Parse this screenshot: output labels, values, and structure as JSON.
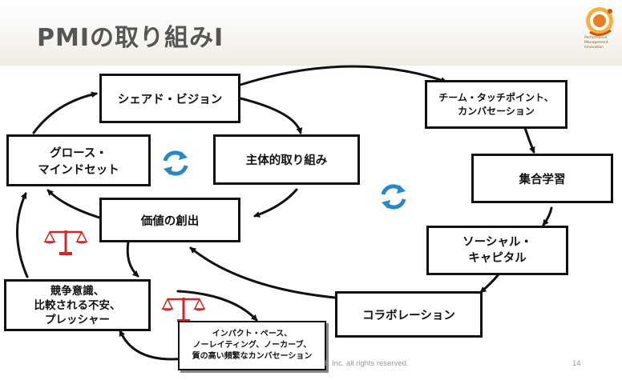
{
  "title": "PMIの取り組みⅠ",
  "logo": {
    "lines": [
      "Performance",
      "Management",
      "Innovation"
    ]
  },
  "boxes": {
    "shared_vision": "シェアド・ビジョン",
    "growth_mindset": "グロース・\nマインドセット",
    "proactive": "主体的取り組み",
    "value_creation": "価値の創出",
    "competition": "競争意識、\n比較される不安、\nプレッシャー",
    "impact_pace": "インパクト・ペース、\nノーレイティング、ノーカーブ、\n質の高い頻繁なカンバセーション",
    "team_touchpoint": "チーム・タッチポイント、\nカンバセーション",
    "collective_learning": "集合学習",
    "social_capital": "ソーシャル・\nキャピタル",
    "collaboration": "コラボレーション"
  },
  "footer": {
    "copyright": "E Inc. all rights reserved.",
    "page_number": "14"
  },
  "colors": {
    "cycle_icon": "#2b86c8",
    "scale_icon": "#d0282a",
    "text": "#111111"
  }
}
